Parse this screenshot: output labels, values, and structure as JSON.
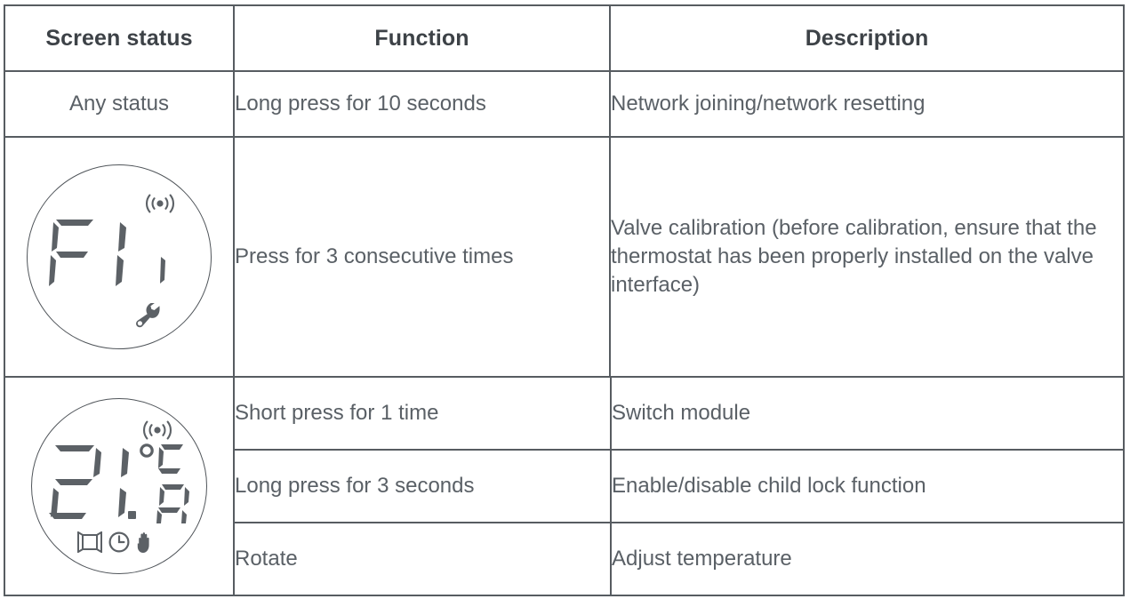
{
  "table": {
    "headers": [
      "Screen status",
      "Function",
      "Description"
    ],
    "rows": [
      {
        "status_type": "text",
        "status_text": "Any status",
        "items": [
          {
            "function": "Long press for 10 seconds",
            "description": "Network joining/network resetting"
          }
        ]
      },
      {
        "status_type": "device",
        "device": {
          "name": "lcd-display-f1",
          "reading": "F1",
          "signal_icon": "wireless-signal-icon",
          "tool_icon": "wrench-icon",
          "side_mark": "segment-mark"
        },
        "items": [
          {
            "function": "Press for 3 consecutive times",
            "description": "Valve calibration (before calibration, ensure that the thermostat has been properly installed on the valve interface)"
          }
        ]
      },
      {
        "status_type": "device",
        "device": {
          "name": "lcd-display-temperature",
          "reading": "21.0",
          "unit": "°C",
          "signal_icon": "wireless-signal-icon",
          "status_icons": [
            "open-window-icon",
            "clock-icon",
            "hand-manual-icon"
          ]
        },
        "items": [
          {
            "function": "Short press for 1 time",
            "description": "Switch module"
          },
          {
            "function": "Long press for 3 seconds",
            "description": "Enable/disable child lock function"
          },
          {
            "function": "Rotate",
            "description": "Adjust temperature"
          }
        ]
      }
    ]
  },
  "colors": {
    "border": "#575c61",
    "header_text": "#3d4247",
    "body_text": "#5a6066",
    "lcd_segment": "#5c6166",
    "lcd_outline": "#50555a",
    "background": "#ffffff"
  }
}
